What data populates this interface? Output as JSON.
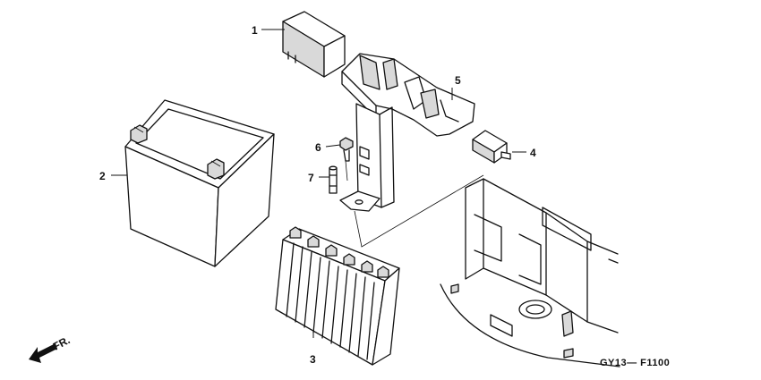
{
  "callouts": {
    "c1": "1",
    "c2": "2",
    "c3": "3",
    "c4": "4",
    "c5": "5",
    "c6": "6",
    "c7": "7"
  },
  "front_label": "FR.",
  "diagram_code": "GY13— F1100"
}
